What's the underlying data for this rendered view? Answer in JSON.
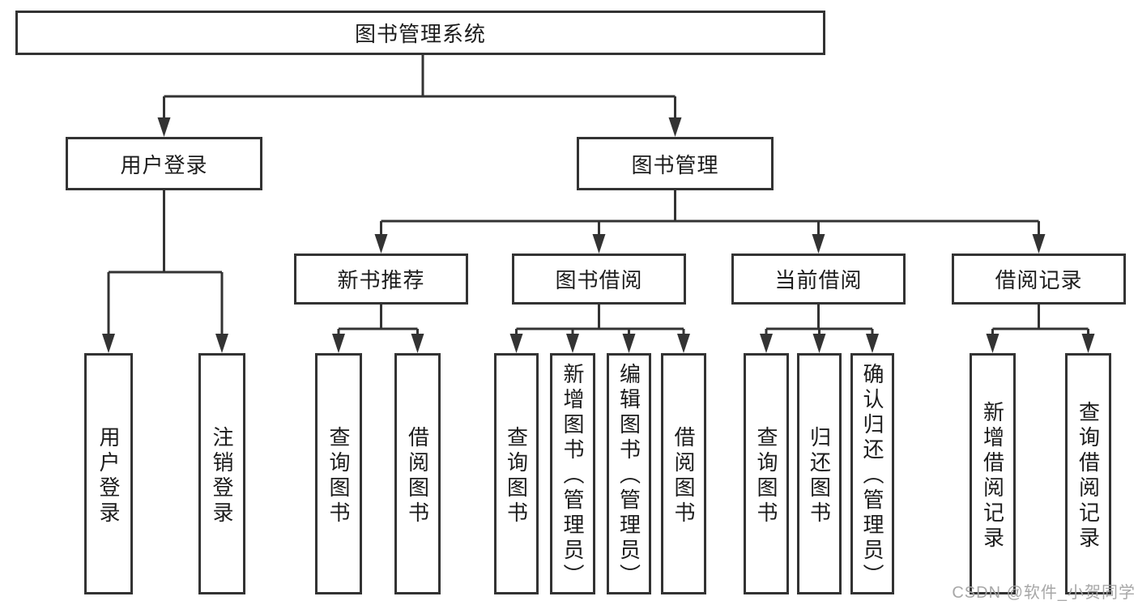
{
  "tree": {
    "label": "图书管理系统",
    "children": [
      {
        "label": "用户登录",
        "children": [
          {
            "label": "用户登录"
          },
          {
            "label": "注销登录"
          }
        ]
      },
      {
        "label": "图书管理",
        "children": [
          {
            "label": "新书推荐",
            "children": [
              {
                "label": "查询图书"
              },
              {
                "label": "借阅图书"
              }
            ]
          },
          {
            "label": "图书借阅",
            "children": [
              {
                "label": "查询图书"
              },
              {
                "label": "新增图书（管理员）"
              },
              {
                "label": "编辑图书（管理员）"
              },
              {
                "label": "借阅图书"
              }
            ]
          },
          {
            "label": "当前借阅",
            "children": [
              {
                "label": "查询图书"
              },
              {
                "label": "归还图书"
              },
              {
                "label": "确认归还（管理员）"
              }
            ]
          },
          {
            "label": "借阅记录",
            "children": [
              {
                "label": "新增借阅记录"
              },
              {
                "label": "查询借阅记录"
              }
            ]
          }
        ]
      }
    ]
  },
  "watermark": "CSDN @软件_小贺同学",
  "colors": {
    "line": "#333333",
    "box_border": "#333333",
    "text": "#1c1c1c",
    "background": "#ffffff",
    "watermark": "#a3a3a3"
  }
}
